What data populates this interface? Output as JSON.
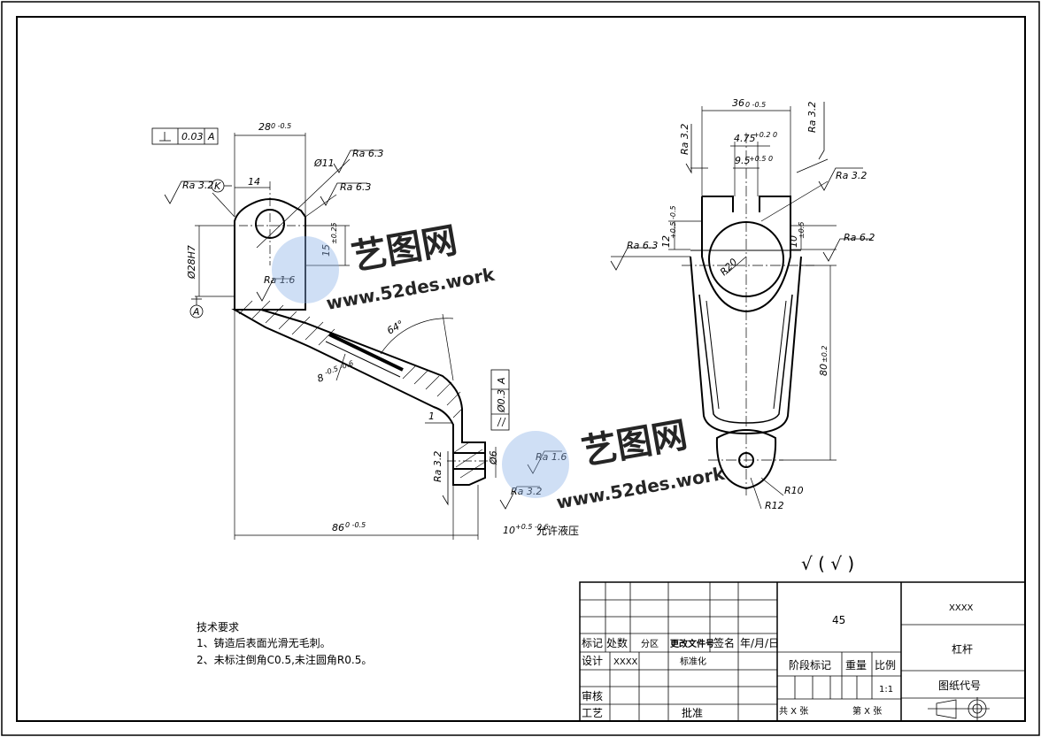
{
  "drawing": {
    "part_name": "杠杆",
    "drawing_title": "XXXX",
    "material": "45",
    "designer": "XXXX",
    "scale": "1:1",
    "sheet_count": "共 X 张",
    "sheet_no": "第 X 张",
    "drawing_code_label": "图纸代号",
    "surface_symbol": "√ ( √ )",
    "press_note": "允许液压"
  },
  "title_block": {
    "mark": "标记",
    "count": "处数",
    "zone": "分区",
    "doc_no": "更改文件号",
    "signature": "签名",
    "date": "年/月/日",
    "design": "设计",
    "standardize": "标准化",
    "stage_mark": "阶段标记",
    "weight": "重量",
    "scale_label": "比例",
    "review": "审核",
    "process": "工艺",
    "approve": "批准"
  },
  "notes": {
    "heading": "技术要求",
    "lines": [
      "1、铸造后表面光滑无毛刺。",
      "2、未标注倒角C0.5,未注圆角R0.5。"
    ]
  },
  "dimensions": {
    "top_width": "28",
    "top_tol": "0 -0.5",
    "hole_dia": "Ø11",
    "offset": "14",
    "height_15": "15",
    "height_15_tol": "±0.25",
    "bore": "Ø28H7",
    "angle": "64°",
    "thickness": "8",
    "thickness_tol": "-0.5 -0.6",
    "one": "1",
    "pin_dia": "Ø6",
    "length": "86",
    "length_tol": "0 -0.5",
    "ten": "10",
    "ten_tol": "+0.5 -0.6",
    "width36": "36",
    "width36_tol": "0 -0.5",
    "slot": "4.75",
    "slot_tol": "+0.2 0",
    "gap": "9.5",
    "gap_tol": "+0.5 0",
    "r20": "R20",
    "h12": "12",
    "h12_tol": "+0.5 -0.5",
    "h10": "10",
    "h10_tol": "±0.5",
    "len80": "80",
    "len80_tol": "±0.2",
    "r10": "R10",
    "r12": "R12"
  },
  "roughness": {
    "ra32": "Ra 3.2",
    "ra63": "Ra 6.3",
    "ra16": "Ra 1.6",
    "ra62": "Ra 6.2"
  },
  "tolerance": {
    "perp_value": "0.03",
    "perp_datum": "A",
    "par_value": "Ø0.3",
    "par_datum": "A",
    "datum_a": "A",
    "datum_k": "K"
  },
  "watermark": {
    "brand": "艺图网",
    "url": "www.52des.work"
  }
}
